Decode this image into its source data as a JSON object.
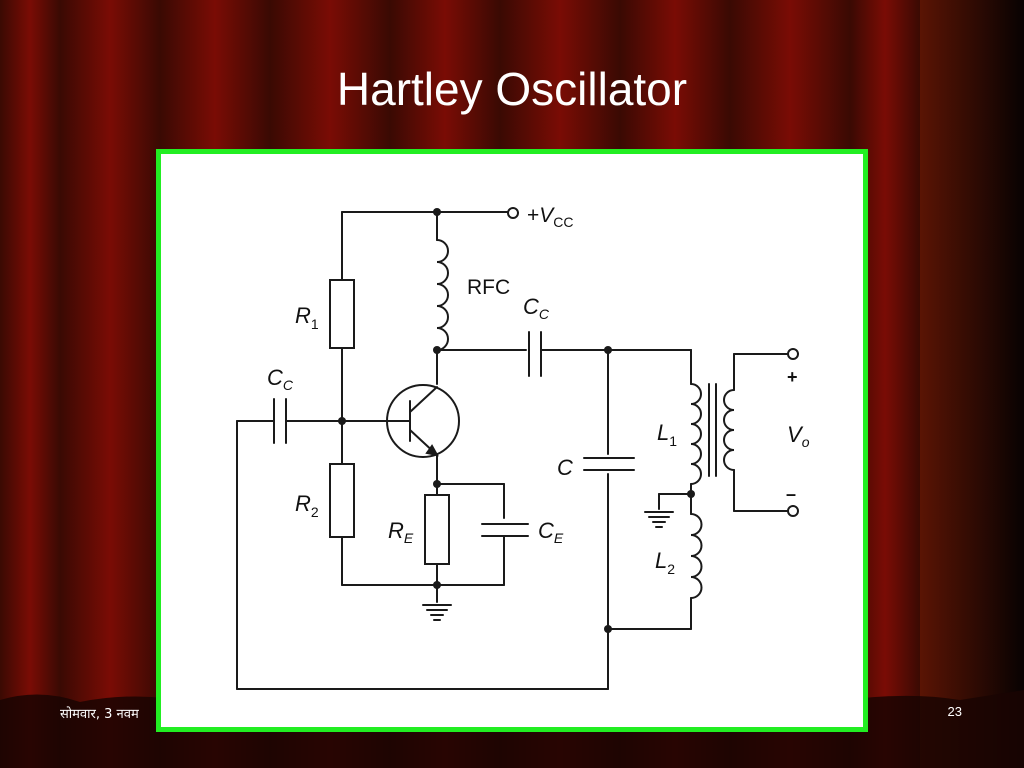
{
  "slide": {
    "title": "Hartley Oscillator",
    "footer_date": "सोमवार, 3 नवम",
    "slide_number": "23"
  },
  "colors": {
    "frame_border": "#22ee22",
    "curtain_dark": "#3a0a03",
    "curtain_red": "#7a0c05",
    "title_text": "#ffffff"
  },
  "circuit": {
    "vcc": {
      "sign": "+",
      "symbol": "V",
      "sub": "CC"
    },
    "rfc": "RFC",
    "cc_top": {
      "symbol": "C",
      "sub": "C"
    },
    "cc_left": {
      "symbol": "C",
      "sub": "C"
    },
    "r1": {
      "symbol": "R",
      "sub": "1"
    },
    "r2": {
      "symbol": "R",
      "sub": "2"
    },
    "re": {
      "symbol": "R",
      "sub": "E"
    },
    "ce": {
      "symbol": "C",
      "sub": "E"
    },
    "c": "C",
    "l1": {
      "symbol": "L",
      "sub": "1"
    },
    "l2": {
      "symbol": "L",
      "sub": "2"
    },
    "vo": {
      "symbol": "V",
      "sub": "o"
    },
    "out_plus": "+",
    "out_minus": "–"
  }
}
